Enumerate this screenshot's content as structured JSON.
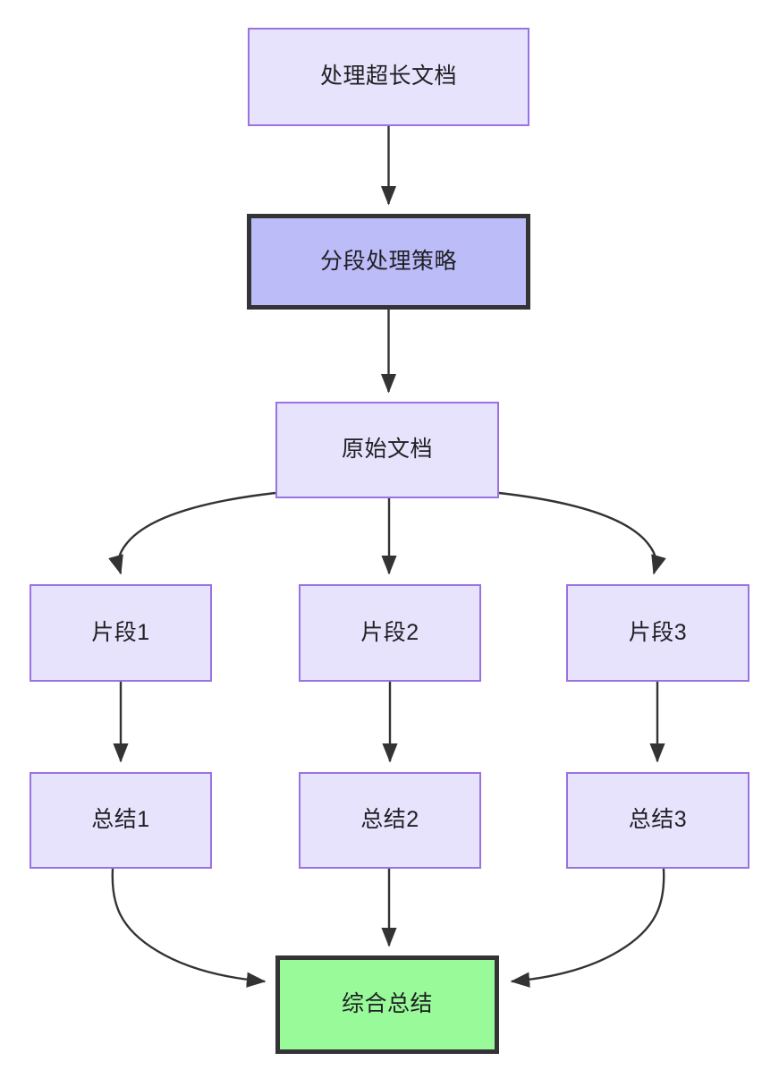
{
  "diagram": {
    "type": "flowchart",
    "direction": "top-to-bottom",
    "background": "#ffffff",
    "palette": {
      "node_fill": "#e7e3fc",
      "node_border": "#9a72e2",
      "emphasis_fill": "#bcbcf8",
      "emphasis_border": "#343436",
      "result_fill": "#99fa99",
      "result_border": "#343436",
      "edge_stroke": "#333333",
      "text": "#1f1f24"
    },
    "nodes": [
      {
        "id": "root",
        "label": "处理超长文档",
        "style": "normal"
      },
      {
        "id": "strategy",
        "label": "分段处理策略",
        "style": "emphasis"
      },
      {
        "id": "source",
        "label": "原始文档",
        "style": "normal"
      },
      {
        "id": "chunk1",
        "label": "片段1",
        "style": "normal"
      },
      {
        "id": "chunk2",
        "label": "片段2",
        "style": "normal"
      },
      {
        "id": "chunk3",
        "label": "片段3",
        "style": "normal"
      },
      {
        "id": "summary1",
        "label": "总结1",
        "style": "normal"
      },
      {
        "id": "summary2",
        "label": "总结2",
        "style": "normal"
      },
      {
        "id": "summary3",
        "label": "总结3",
        "style": "normal"
      },
      {
        "id": "final",
        "label": "综合总结",
        "style": "result"
      }
    ],
    "edges": [
      {
        "from": "root",
        "to": "strategy",
        "label": ""
      },
      {
        "from": "strategy",
        "to": "source",
        "label": ""
      },
      {
        "from": "source",
        "to": "chunk1",
        "label": ""
      },
      {
        "from": "source",
        "to": "chunk2",
        "label": ""
      },
      {
        "from": "source",
        "to": "chunk3",
        "label": ""
      },
      {
        "from": "chunk1",
        "to": "summary1",
        "label": ""
      },
      {
        "from": "chunk2",
        "to": "summary2",
        "label": ""
      },
      {
        "from": "chunk3",
        "to": "summary3",
        "label": ""
      },
      {
        "from": "summary1",
        "to": "final",
        "label": ""
      },
      {
        "from": "summary2",
        "to": "final",
        "label": ""
      },
      {
        "from": "summary3",
        "to": "final",
        "label": ""
      }
    ]
  }
}
